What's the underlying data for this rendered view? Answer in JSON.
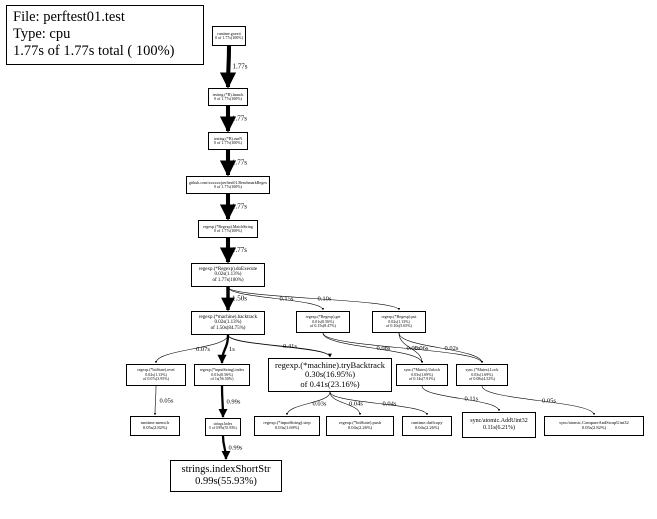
{
  "legend": {
    "file": "File: perftest01.test",
    "type": "Type: cpu",
    "total": "1.77s of 1.77s total (  100%)"
  },
  "nodes": {
    "goexit": {
      "name": "runtime.goexit",
      "line2": "0 of 1.77s(100%)"
    },
    "tRunner": {
      "name": "testing.(*B).launch",
      "line2": "0 of 1.77s(100%)"
    },
    "runN": {
      "name": "testing.(*B).runN",
      "line2": "0 of 1.77s(100%)"
    },
    "bench": {
      "name": "github.com/xxxxxx/perftest01.BenchmarkRegex",
      "line2": "0 of 1.77s(100%)"
    },
    "matchString": {
      "name": "regexp.(*Regexp).MatchString",
      "line2": "0 of 1.77s(100%)"
    },
    "doExecute": {
      "name": "regexp.(*Regexp).doExecute",
      "line2": "0.02s(1.13%)",
      "line3": "of 1.77s(100%)"
    },
    "backtrack": {
      "name": "regexp.(*machine).backtrack",
      "line2": "0.02s(1.13%)",
      "line3": "of 1.50s(84.75%)"
    },
    "get": {
      "name": "regexp.(*Regexp).get",
      "line2": "0.01s(0.56%)",
      "line3": "of 0.15s(8.47%)"
    },
    "put": {
      "name": "regexp.(*Regexp).put",
      "line2": "0.02s(1.13%)",
      "line3": "of 0.10s(5.65%)"
    },
    "bitStateReset": {
      "name": "regexp.(*bitState).reset",
      "line2": "0.02s(1.13%)",
      "line3": "of 0.07s(3.95%)"
    },
    "inputIndex": {
      "name": "regexp.(*inputString).index",
      "line2": "0.01s(0.56%)",
      "line3": "of 1s(56.50%)"
    },
    "tryBacktrack": {
      "name": "regexp.(*machine).tryBacktrack",
      "line2": "0.30s(16.95%)",
      "line3": "of 0.41s(23.16%)"
    },
    "unlock": {
      "name": "sync.(*Mutex).Unlock",
      "line2": "0.03s(1.69%)",
      "line3": "of 0.14s(7.91%)"
    },
    "lock": {
      "name": "sync.(*Mutex).Lock",
      "line2": "0.03s(1.69%)",
      "line3": "of 0.08s(4.52%)"
    },
    "memclr": {
      "name": "runtime.memclr",
      "line2": "0.05s(2.82%)"
    },
    "stringsIndex": {
      "name": "strings.Index",
      "line2": "0 of 0.99s(55.93%)"
    },
    "inputStep": {
      "name": "regexp.(*inputString).step",
      "line2": "0.03s(1.69%)"
    },
    "push": {
      "name": "regexp.(*bitState).push",
      "line2": "0.04s(2.26%)"
    },
    "duffcopy": {
      "name": "runtime.duffcopy",
      "line2": "0.04s(2.26%)"
    },
    "addUint32": {
      "name": "sync/atomic.AddUint32",
      "line2": "0.11s(6.21%)"
    },
    "cas": {
      "name": "sync/atomic.CompareAndSwapUint32",
      "line2": "0.05s(2.82%)"
    },
    "indexShortStr": {
      "name": "strings.indexShortStr",
      "line2": "0.99s(55.93%)"
    }
  },
  "edges": [
    {
      "from": "goexit",
      "to": "tRunner",
      "label": "1.77s",
      "weight": 1.77
    },
    {
      "from": "tRunner",
      "to": "runN",
      "label": "1.77s",
      "weight": 1.77
    },
    {
      "from": "runN",
      "to": "bench",
      "label": "1.77s",
      "weight": 1.77
    },
    {
      "from": "bench",
      "to": "matchString",
      "label": "1.77s",
      "weight": 1.77
    },
    {
      "from": "matchString",
      "to": "doExecute",
      "label": "1.77s",
      "weight": 1.77
    },
    {
      "from": "doExecute",
      "to": "backtrack",
      "label": "1.50s",
      "weight": 1.5
    },
    {
      "from": "doExecute",
      "to": "get",
      "label": "0.15s",
      "weight": 0.15
    },
    {
      "from": "doExecute",
      "to": "put",
      "label": "0.10s",
      "weight": 0.1
    },
    {
      "from": "backtrack",
      "to": "bitStateReset",
      "label": "0.07s",
      "weight": 0.07
    },
    {
      "from": "backtrack",
      "to": "inputIndex",
      "label": "1s",
      "weight": 1.0
    },
    {
      "from": "backtrack",
      "to": "tryBacktrack",
      "label": "0.41s",
      "weight": 0.41
    },
    {
      "from": "get",
      "to": "unlock",
      "label": "0.08s",
      "weight": 0.08
    },
    {
      "from": "get",
      "to": "lock",
      "label": "0.06s",
      "weight": 0.06
    },
    {
      "from": "put",
      "to": "unlock",
      "label": "0.06s",
      "weight": 0.06
    },
    {
      "from": "put",
      "to": "lock",
      "label": "0.02s",
      "weight": 0.02
    },
    {
      "from": "bitStateReset",
      "to": "memclr",
      "label": "0.05s",
      "weight": 0.05
    },
    {
      "from": "inputIndex",
      "to": "stringsIndex",
      "label": "0.99s",
      "weight": 0.99
    },
    {
      "from": "stringsIndex",
      "to": "indexShortStr",
      "label": "0.99s",
      "weight": 0.99
    },
    {
      "from": "tryBacktrack",
      "to": "inputStep",
      "label": "0.03s",
      "weight": 0.03
    },
    {
      "from": "tryBacktrack",
      "to": "push",
      "label": "0.04s",
      "weight": 0.04
    },
    {
      "from": "tryBacktrack",
      "to": "duffcopy",
      "label": "0.04s",
      "weight": 0.04
    },
    {
      "from": "unlock",
      "to": "addUint32",
      "label": "0.11s",
      "weight": 0.11
    },
    {
      "from": "lock",
      "to": "cas",
      "label": "0.05s",
      "weight": 0.05
    }
  ]
}
